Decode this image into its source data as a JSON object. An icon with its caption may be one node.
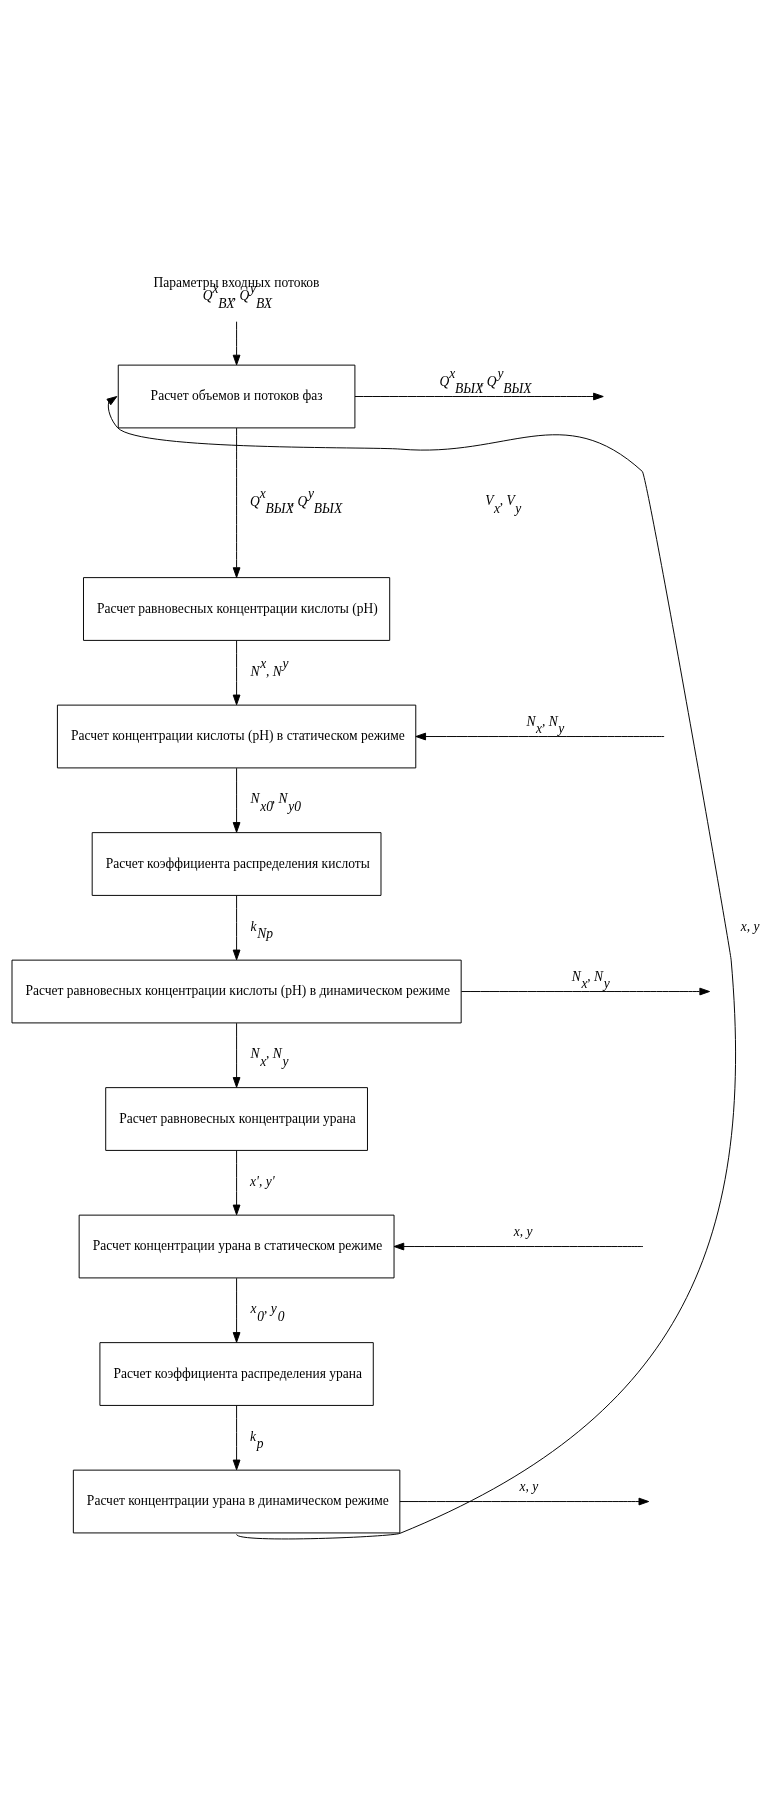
{
  "diagram": {
    "nodes": [
      {
        "text": [
          "Параметры входных потоков",
          "Q$^{x}$$_{ВХ}$, Q$^{y}$$_{ВХ}$"
        ]
      },
      {
        "text": [
          "Расчет объемов и потоков фаз"
        ]
      },
      {
        "text": [
          "Расчет равновесных концентрации кислоты (pH)"
        ]
      },
      {
        "text": [
          "Расчет концентрации кислоты (pH) в статическом режиме"
        ]
      },
      {
        "text": [
          "Расчет коэффициента распределения кислоты"
        ]
      },
      {
        "text": [
          "Расчет равновесных концентрации кислоты (pH) в динамическом режиме"
        ]
      },
      {
        "text": [
          "Расчет равновесных концентрации урана"
        ]
      },
      {
        "text": [
          "Расчет концентрации урана в статическом режиме"
        ]
      },
      {
        "text": [
          "Расчет коэффициента распределения урана"
        ]
      },
      {
        "text": [
          "Расчет концентрации урана в динамическом режиме"
        ]
      }
    ],
    "edges": [
      {
        "from": 0,
        "to": 1,
        "arrow": "to"
      },
      {
        "from": 1,
        "to": 2,
        "arrow": "to",
        "label": "Q$^{x}$$_{ВЫХ}$, Q$^{y}$$_{ВЫХ}$"
      },
      {
        "from": 1,
        "to": null,
        "arrow": "to",
        "label": "Q$^{x}$$_{ВЫХ}$, Q$^{y}$$_{ВЫХ}$"
      },
      {
        "from": 2,
        "to": 3,
        "arrow": "to",
        "label": "N$^{x}$, N$^{y}$"
      },
      {
        "from": null,
        "to": 3,
        "arrow": "to",
        "label": "N$_{x}$, N$_{y}$"
      },
      {
        "from": 3,
        "to": 4,
        "arrow": "to",
        "label": "N$_{x0}$, N$_{y0}$"
      },
      {
        "from": 4,
        "to": 5,
        "arrow": "to",
        "label": "k$_{Np}$"
      },
      {
        "from": 5,
        "to": 6,
        "arrow": "to",
        "label": "N$_{x}$, N$_{y}$"
      },
      {
        "from": 5,
        "to": null,
        "arrow": "to",
        "label": "N$_{x}$, N$_{y}$"
      },
      {
        "from": 6,
        "to": 7,
        "arrow": "to",
        "label": "x', y'"
      },
      {
        "from": null,
        "to": 7,
        "arrow": "to",
        "label": "x, y"
      },
      {
        "from": 7,
        "to": 8,
        "arrow": "to",
        "label": "x$_{0}$, y$_{0}$"
      },
      {
        "from": 8,
        "to": 9,
        "arrow": "to",
        "label": "k$_{p}$"
      },
      {
        "from": 9,
        "to": null,
        "arrow": "to",
        "label": "x, y"
      },
      {
        "from": 9,
        "to": 1,
        "arrow": "to",
        "label": "x, y"
      }
    ],
    "labels": [
      "V$_{x}$, V$_{y}$"
    ]
  }
}
